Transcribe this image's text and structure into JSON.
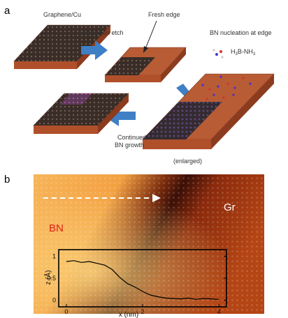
{
  "panel_a": {
    "label": "a",
    "graphene_cu": "Graphene/Cu",
    "fresh_edge": "Fresh edge",
    "hydrogen_etch": "Hydrogen etch",
    "bn_nucleation": "BN nucleation at edge",
    "precursor_main": "H",
    "precursor_sub1": "3",
    "precursor_mid": "B-NH",
    "precursor_sub2": "3",
    "continued_line1": "Continued",
    "continued_line2": "BN growth",
    "enlarged": "(enlarged)"
  },
  "panel_b": {
    "label": "b",
    "gr_label": "Gr",
    "bn_label": "BN",
    "colors": {
      "gr_text": "#ffffff",
      "bn_text": "#e0201a",
      "arrow": "#ffffff"
    }
  },
  "chart_data": {
    "type": "line",
    "xlabel": "x (nm)",
    "ylabel": "z (Å)",
    "xlim": [
      -0.2,
      4.2
    ],
    "ylim": [
      -0.15,
      1.15
    ],
    "xticks": [
      "0",
      "2",
      "4"
    ],
    "yticks": [
      "0",
      "0.5",
      "1"
    ],
    "series": [
      {
        "x": [
          0,
          0.2,
          0.4,
          0.6,
          0.8,
          1.0,
          1.2,
          1.4,
          1.6,
          1.8,
          2.0,
          2.2,
          2.4,
          2.6,
          2.8,
          3.0,
          3.2,
          3.4,
          3.6,
          3.8,
          4.0
        ],
        "y": [
          0.88,
          0.9,
          0.86,
          0.88,
          0.84,
          0.8,
          0.7,
          0.52,
          0.38,
          0.3,
          0.2,
          0.12,
          0.08,
          0.05,
          0.04,
          0.03,
          0.05,
          0.02,
          0.04,
          0.03,
          0.02
        ]
      }
    ]
  }
}
